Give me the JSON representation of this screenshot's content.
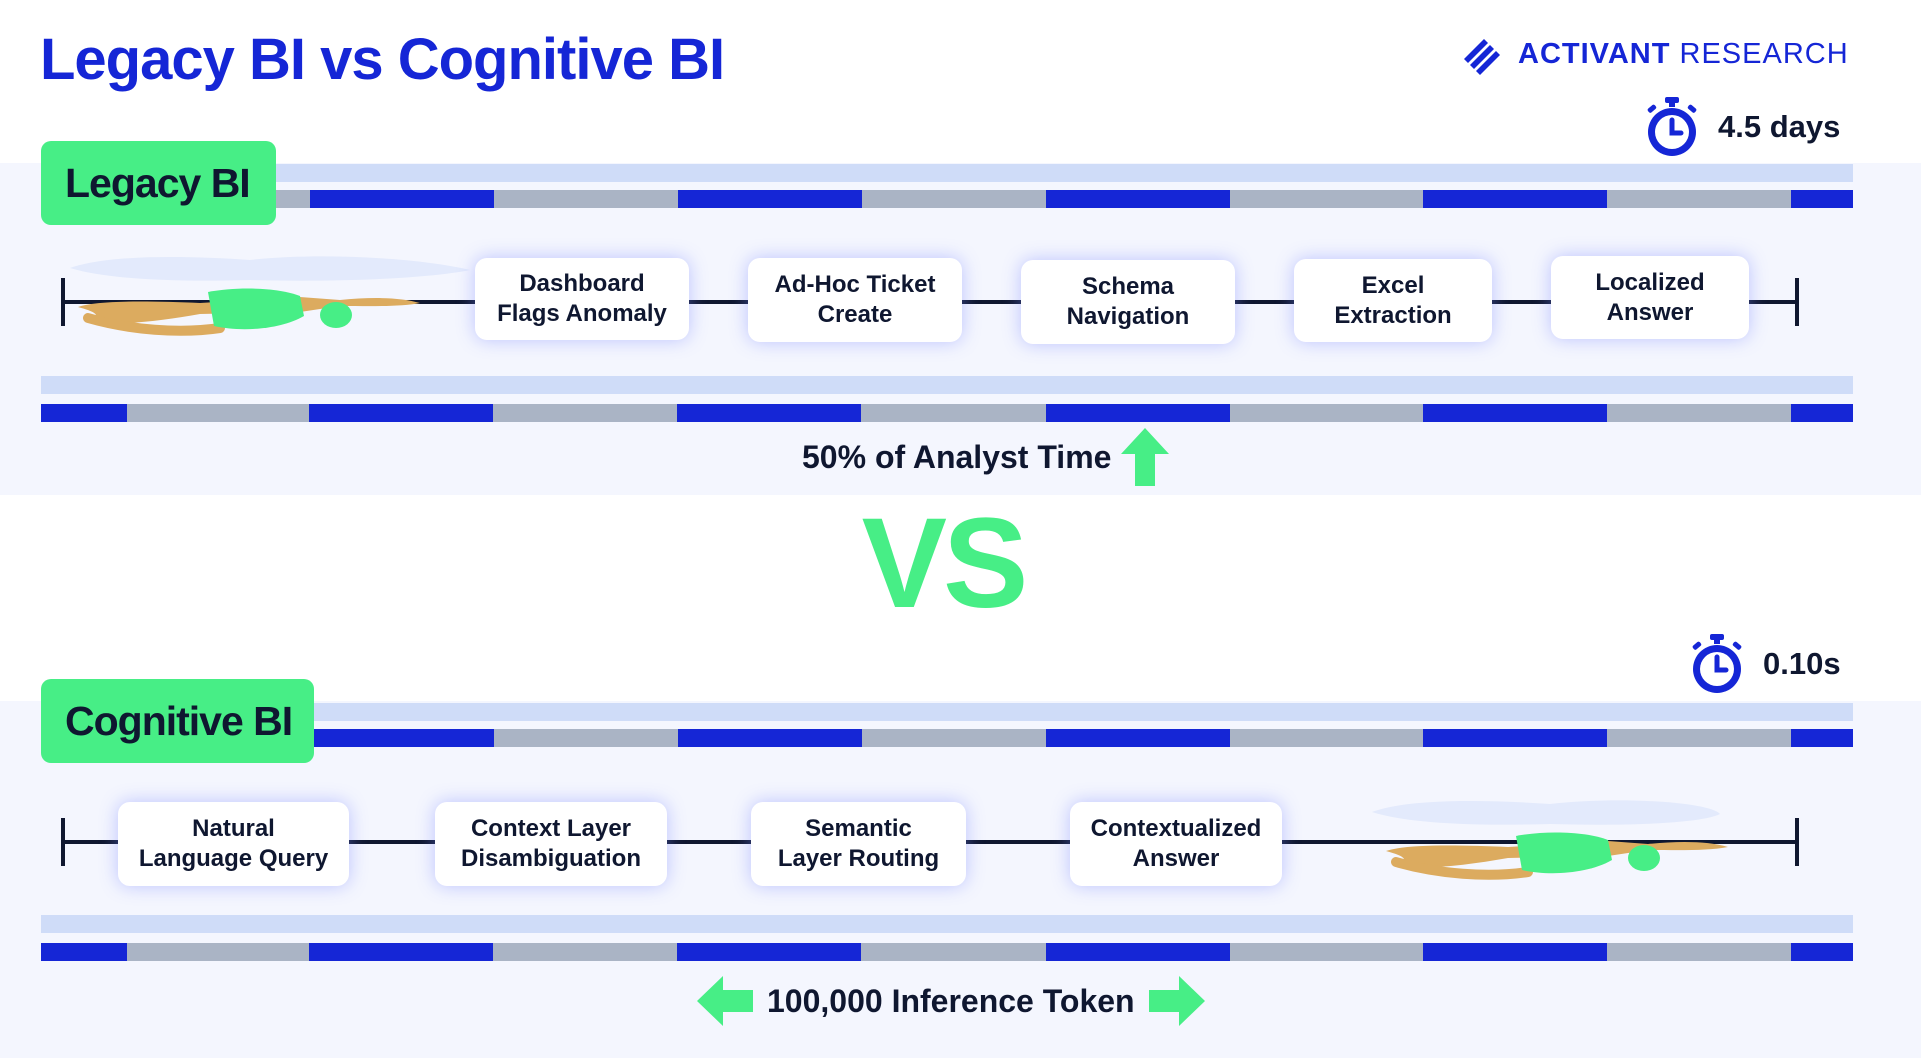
{
  "title": "Legacy BI vs Cognitive BI",
  "brand": {
    "name_bold": "ACTIVANT",
    "name_light": "RESEARCH",
    "logo_icon": "diagonal-stripes-logo"
  },
  "colors": {
    "accent_blue": "#1526d6",
    "accent_green": "#47ee86",
    "lane_grey": "#aab4c5",
    "band_bg": "#f4f6fe",
    "text_dark": "#0f1730"
  },
  "legacy": {
    "label": "Legacy BI",
    "timer_icon": "stopwatch-icon",
    "duration": "4.5 days",
    "steps": [
      {
        "line1": "Dashboard",
        "line2": "Flags Anomaly"
      },
      {
        "line1": "Ad-Hoc Ticket",
        "line2": "Create"
      },
      {
        "line1": "Schema",
        "line2": "Navigation"
      },
      {
        "line1": "Excel",
        "line2": "Extraction"
      },
      {
        "line1": "Localized",
        "line2": "Answer"
      }
    ],
    "caption": "50% of Analyst Time",
    "caption_icon": "arrow-up-icon",
    "swimmer_position": "start"
  },
  "vs_label": "VS",
  "cognitive": {
    "label": "Cognitive BI",
    "timer_icon": "stopwatch-icon",
    "duration": "0.10s",
    "steps": [
      {
        "line1": "Natural",
        "line2": "Language Query"
      },
      {
        "line1": "Context Layer",
        "line2": "Disambiguation"
      },
      {
        "line1": "Semantic",
        "line2": "Layer Routing"
      },
      {
        "line1": "Contextualized",
        "line2": "Answer"
      }
    ],
    "caption": "100,000 Inference Token",
    "caption_icons": [
      "arrow-left-icon",
      "arrow-right-icon"
    ],
    "swimmer_position": "end"
  }
}
